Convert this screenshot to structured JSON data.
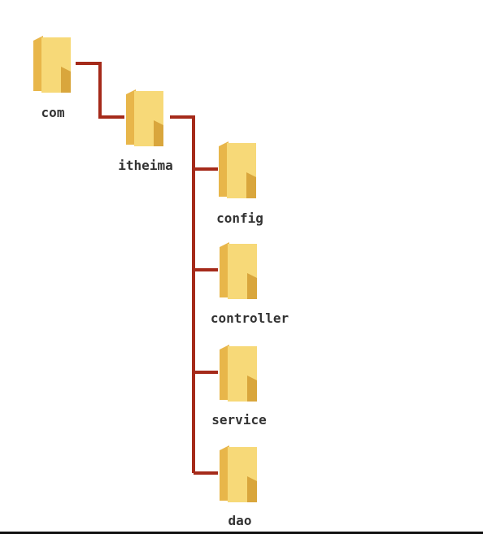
{
  "diagram": {
    "nodes": [
      {
        "id": "com",
        "label": "com",
        "icon": "folder-icon"
      },
      {
        "id": "itheima",
        "label": "itheima",
        "icon": "folder-icon"
      },
      {
        "id": "config",
        "label": "config",
        "icon": "folder-icon"
      },
      {
        "id": "controller",
        "label": "controller",
        "icon": "folder-icon"
      },
      {
        "id": "service",
        "label": "service",
        "icon": "folder-icon"
      },
      {
        "id": "dao",
        "label": "dao",
        "icon": "folder-icon"
      }
    ],
    "edges": [
      {
        "from": "com",
        "to": "itheima"
      },
      {
        "from": "itheima",
        "to": "config"
      },
      {
        "from": "itheima",
        "to": "controller"
      },
      {
        "from": "itheima",
        "to": "service"
      },
      {
        "from": "itheima",
        "to": "dao"
      }
    ]
  },
  "colors": {
    "connector": "#a52a1a",
    "folder_back": "#e8b64a",
    "folder_front": "#f7d978",
    "folder_shade": "#d9a63c"
  }
}
